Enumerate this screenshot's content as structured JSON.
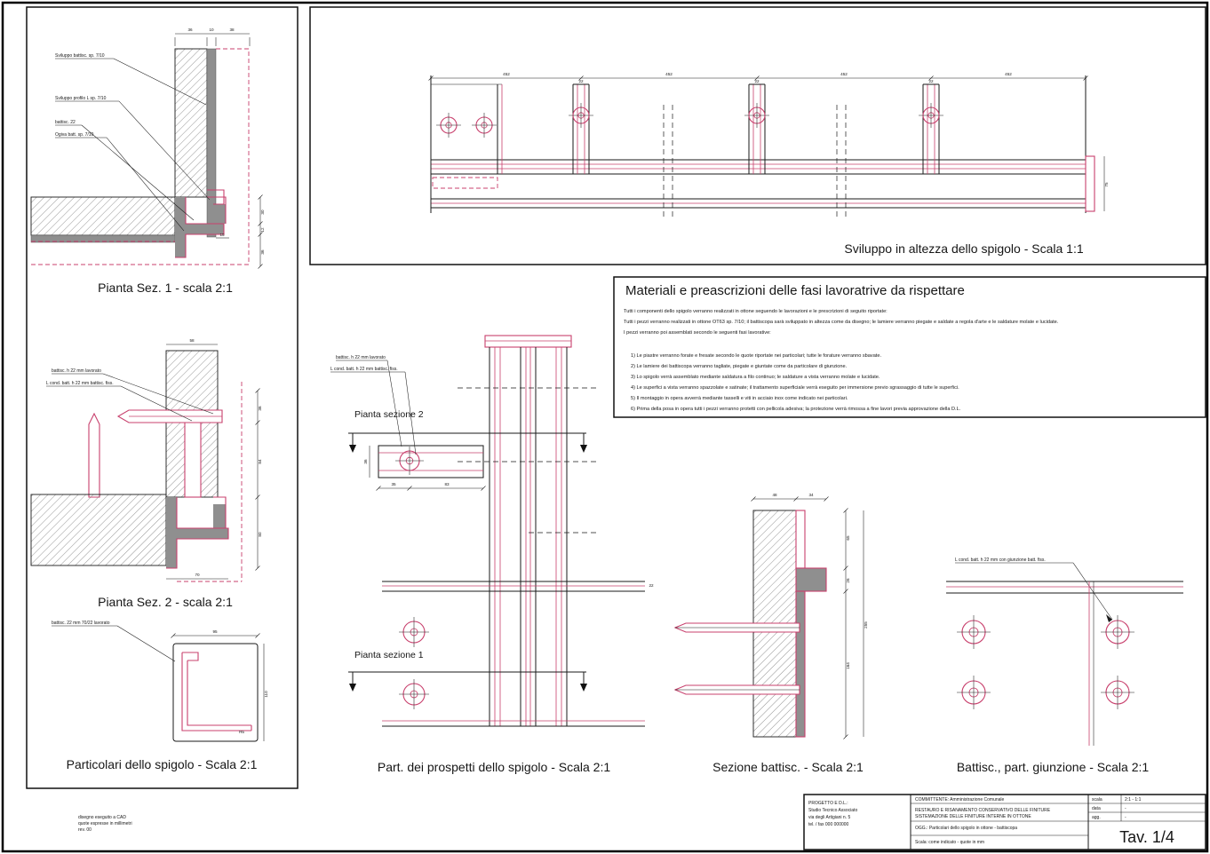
{
  "colors": {
    "accent": "#c8406d",
    "gray": "#8f8f8f",
    "ink": "#1a1a1a"
  },
  "pianta1": {
    "title": "Pianta Sez. 1 - scala 2:1",
    "labels": [
      "Sviluppo battisc. sp. 7/10",
      "Sviluppo profilo L sp. 7/10",
      "battisc. 22",
      "Ogiva batt. sp. 7/10"
    ],
    "dims": [
      "36",
      "10",
      "38",
      "30",
      "12",
      "36",
      "15"
    ]
  },
  "pianta2": {
    "title": "Pianta Sez. 2 - scala 2:1",
    "labels": [
      "battisc. h 22 mm lavorato",
      "L cond. batt. h 22 mm battisc. fiss."
    ],
    "dims": [
      "58",
      "36",
      "84",
      "80",
      "70"
    ]
  },
  "particolari": {
    "title": "Particolari dello spigolo - Scala 2:1",
    "labels": [
      "battisc. 22 mm 70/22 lavorato"
    ],
    "dims": [
      "95",
      "110",
      "R5"
    ]
  },
  "sviluppo": {
    "title": "Sviluppo in altezza dello spigolo - Scala 1:1",
    "dims_top": [
      "452",
      "452",
      "452",
      "452"
    ],
    "dims_tab": [
      "22",
      "22",
      "22"
    ],
    "dim_right": "75"
  },
  "materiali": {
    "title": "Materiali e preascrizioni delle fasi lavoratrive da rispettare",
    "lines": [
      "Tutti i componenti dello spigolo verranno realizzati in ottone seguendo le lavorazioni e le prescrizioni di seguito riportate:",
      "Tutti i pezzi verranno realizzati in ottone OT63 sp. 7/10; il battiscopa sarà sviluppato in altezza come da disegno; le lamiere verranno piegate e saldate a regola d'arte e le saldature molate e lucidate.",
      "I pezzi verranno poi assemblati secondo le seguenti fasi lavorative:",
      "1) Le piastre verranno forate e fresate secondo le quote riportate nei particolari; tutte le forature verranno sbavate.",
      "2) Le lamiere dei battiscopa verranno tagliate, piegate e giuntate come da particolare di giunzione.",
      "3) Lo spigolo verrà assemblato mediante saldatura a filo continuo; le saldature a vista verranno molate e lucidate.",
      "4) Le superfici a vista verranno spazzolate e satinate; il trattamento superficiale verrà eseguito per immersione previo sgrassaggio di tutte le superfici.",
      "5) Il montaggio in opera avverrà mediante tasselli e viti in acciaio inox come indicato nei particolari.",
      "6) Prima della posa in opera tutti i pezzi verranno protetti con pellicola adesiva; la protezione verrà rimossa a fine lavori previa approvazione della D.L."
    ]
  },
  "prospetti": {
    "title": "Part. dei prospetti dello spigolo - Scala 2:1",
    "sezione2": "Pianta sezione 2",
    "sezione1": "Pianta sezione 1",
    "labels": [
      "battisc. h 22 mm lavorato",
      "L cond. batt. h 22 mm battisc. fiss."
    ],
    "dims": [
      "35",
      "83",
      "36",
      "22"
    ]
  },
  "sezione": {
    "title": "Sezione battisc. - Scala 2:1",
    "dims": [
      "48",
      "34",
      "65",
      "26",
      "164",
      "255"
    ]
  },
  "giunzione": {
    "title": "Battisc., part. giunzione  - Scala 2:1",
    "label": "L cond. batt. h 22 mm con giunzione batt. fiss."
  },
  "titleblock": {
    "firm": [
      "PROGETTO E D.L.:",
      "Studio Tecnico Associato",
      "via degli Artigiani n. 5",
      "tel. / fax 000 000000"
    ],
    "committente": "COMMITTENTE: Amministrazione Comunale",
    "progetto1": "RESTAURO E RISANAMENTO CONSERVATIVO DELLE FINITURE",
    "progetto2": "SISTEMAZIONE DELLE FINITURE INTERNE IN OTTONE",
    "oggetto": "OGG.: Particolari dello spigolo in ottone - battiscopa",
    "nota": "Scala: come indicato - quote in mm",
    "meta": [
      {
        "label": "scala",
        "value": "2:1 - 1:1"
      },
      {
        "label": "data",
        "value": "-"
      },
      {
        "label": "agg.",
        "value": "-"
      }
    ],
    "tav": "Tav. 1/4"
  },
  "footer_note": {
    "lines": [
      "disegno eseguito a CAD",
      "quote espresse in millimetri",
      "rev. 00"
    ]
  }
}
